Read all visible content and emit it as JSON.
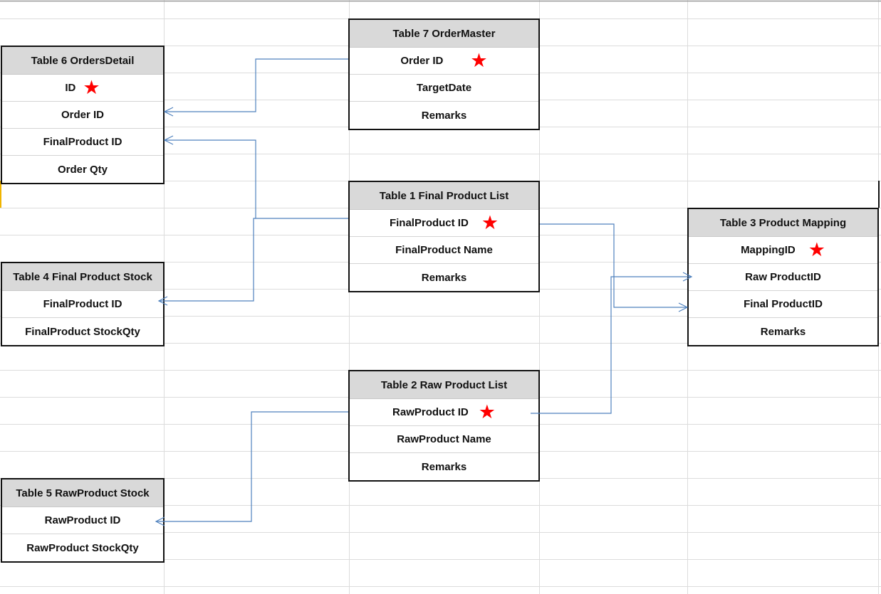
{
  "colors": {
    "link": "#4f81bd",
    "pk_star": "#ff0000",
    "header_fill": "#d9d9d9",
    "gridline": "#dcdcdc"
  },
  "icons": {
    "primary_key": "star-icon"
  },
  "tables": {
    "t6": {
      "title": "Table 6 OrdersDetail",
      "fields": [
        "ID",
        "Order ID",
        "FinalProduct ID",
        "Order Qty"
      ]
    },
    "t7": {
      "title": "Table 7 OrderMaster",
      "fields": [
        "Order ID",
        "TargetDate",
        "Remarks"
      ]
    },
    "t1": {
      "title": "Table 1 Final Product List",
      "fields": [
        "FinalProduct ID",
        "FinalProduct Name",
        "Remarks"
      ]
    },
    "t3": {
      "title": "Table 3 Product Mapping",
      "fields": [
        "MappingID",
        "Raw ProductID",
        "Final ProductID",
        "Remarks"
      ]
    },
    "t4": {
      "title": "Table 4 Final Product Stock",
      "fields": [
        "FinalProduct ID",
        "FinalProduct StockQty"
      ]
    },
    "t2": {
      "title": "Table 2 Raw Product List",
      "fields": [
        "RawProduct ID",
        "RawProduct Name",
        "Remarks"
      ]
    },
    "t5": {
      "title": "Table 5 RawProduct Stock",
      "fields": [
        "RawProduct ID",
        "RawProduct StockQty"
      ]
    }
  },
  "relationships": [
    {
      "from": "Table 7 OrderMaster.Order ID",
      "to": "Table 6 OrdersDetail.Order ID"
    },
    {
      "from": "Table 1 Final Product List.FinalProduct ID",
      "to": "Table 6 OrdersDetail.FinalProduct ID"
    },
    {
      "from": "Table 1 Final Product List.FinalProduct ID",
      "to": "Table 4 Final Product Stock.FinalProduct ID"
    },
    {
      "from": "Table 1 Final Product List.FinalProduct ID",
      "to": "Table 3 Product Mapping.Final ProductID"
    },
    {
      "from": "Table 2 Raw Product List.RawProduct ID",
      "to": "Table 3 Product Mapping.Raw ProductID"
    },
    {
      "from": "Table 2 Raw Product List.RawProduct ID",
      "to": "Table 5 RawProduct Stock.RawProduct ID"
    }
  ]
}
